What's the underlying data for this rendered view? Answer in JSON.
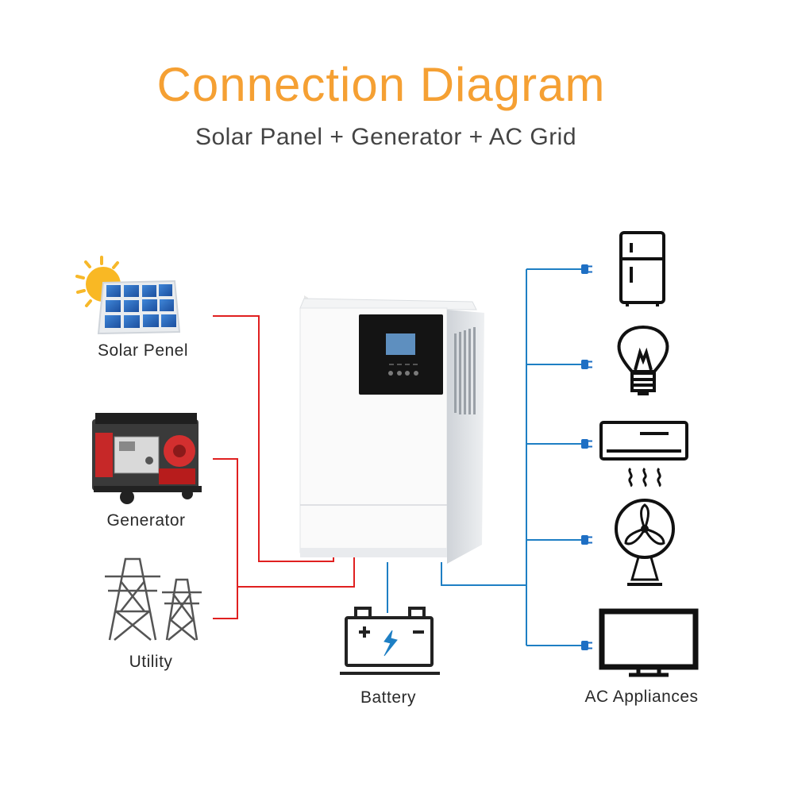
{
  "title": "Connection Diagram",
  "subtitle": "Solar Panel + Generator + AC Grid",
  "inputs": {
    "solar": "Solar Penel",
    "generator": "Generator",
    "utility": "Utility"
  },
  "battery": "Battery",
  "output": "AC Appliances",
  "colors": {
    "title": "#F5A033",
    "input_wire": "#E02020",
    "output_wire": "#1E7FC4",
    "icon": "#111111",
    "plug": "#1E6FC4"
  }
}
